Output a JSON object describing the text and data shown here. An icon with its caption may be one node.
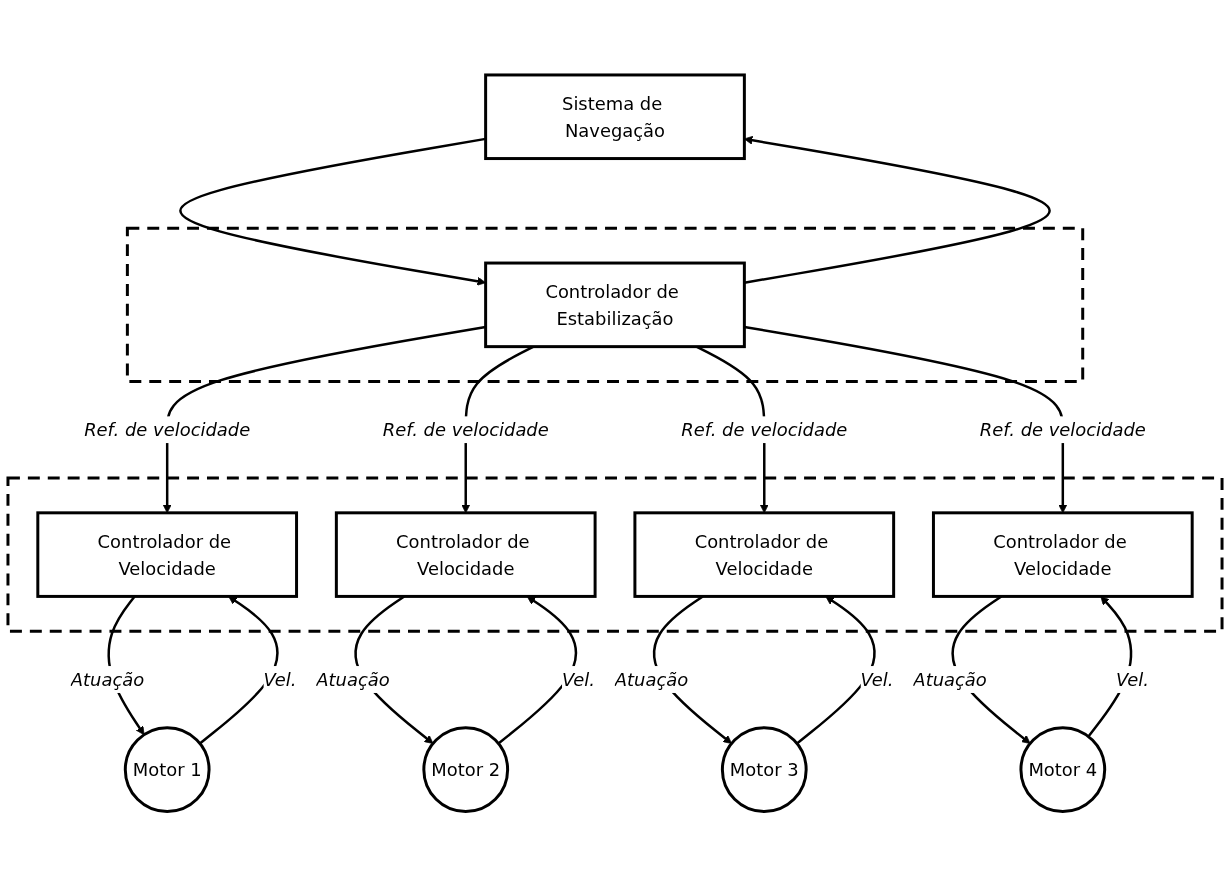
{
  "diagram": {
    "nodes": [
      {
        "text": [
          "Sistema de Navegação"
        ]
      },
      {
        "text": [],
        "shape": "box"
      },
      {
        "text": [
          "Controlador de Estabilização"
        ],
        "in": 1
      },
      {
        "text": [],
        "shape": "box"
      },
      {
        "text": [
          "Controlador de Velocidade"
        ],
        "in": 3
      },
      {
        "text": [
          "Controlador de Velocidade"
        ],
        "in": 3
      },
      {
        "text": [
          "Controlador de Velocidade"
        ],
        "in": 3
      },
      {
        "text": [
          "Controlador de Velocidade"
        ],
        "in": 3
      },
      {
        "text": [
          "Motor 1"
        ]
      },
      {
        "text": [
          "Motor 2"
        ]
      },
      {
        "text": [
          "Motor 3"
        ]
      },
      {
        "text": [
          "Motor 4"
        ]
      }
    ],
    "edges": [
      {
        "from": 2,
        "to": 0,
        "arrow": "to"
      },
      {
        "from": 0,
        "to": 2,
        "arrow": "to"
      },
      {
        "from": 2,
        "to": 4,
        "arrow": "to",
        "label": "Ref. de velocidade"
      },
      {
        "from": 2,
        "to": 5,
        "arrow": "to",
        "label": "Ref. de velocidade"
      },
      {
        "from": 2,
        "to": 6,
        "arrow": "to",
        "label": "Ref. de velocidade"
      },
      {
        "from": 2,
        "to": 7,
        "arrow": "to",
        "label": "Ref. de velocidade"
      },
      {
        "from": 8,
        "to": 4,
        "arrow": "to",
        "label": "Vel."
      },
      {
        "from": 4,
        "to": 8,
        "arrow": "to",
        "label": "Atuação"
      },
      {
        "from": 9,
        "to": 5,
        "arrow": "to",
        "label": "Vel."
      },
      {
        "from": 5,
        "to": 9,
        "arrow": "to",
        "label": "Atuação"
      },
      {
        "from": 10,
        "to": 6,
        "arrow": "to",
        "label": "Vel."
      },
      {
        "from": 6,
        "to": 10,
        "arrow": "to",
        "label": "Atuação"
      },
      {
        "from": 11,
        "to": 7,
        "arrow": "to",
        "label": "Vel."
      },
      {
        "from": 7,
        "to": 11,
        "arrow": "to",
        "label": "Atuação"
      }
    ]
  }
}
